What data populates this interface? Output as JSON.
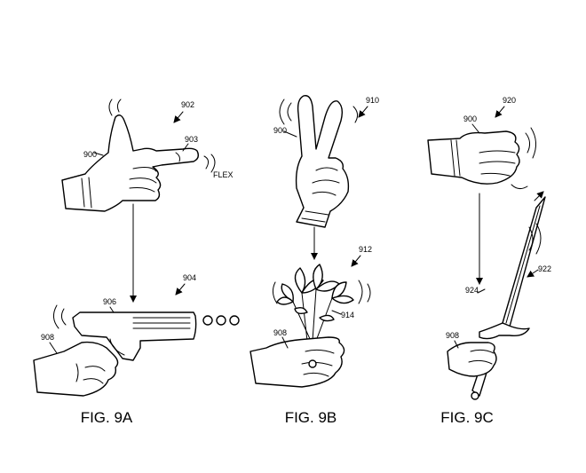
{
  "figures": [
    {
      "caption": "FIG. 9A",
      "refs": {
        "group": "902",
        "hand": "900",
        "finger": "903",
        "flex_label": "FLEX",
        "object_group": "904",
        "object": "906",
        "holding_hand": "908"
      }
    },
    {
      "caption": "FIG. 9B",
      "refs": {
        "group": "910",
        "hand": "900",
        "object_group": "912",
        "object": "914",
        "holding_hand": "908"
      }
    },
    {
      "caption": "FIG. 9C",
      "refs": {
        "group": "920",
        "hand": "900",
        "object_group": "922",
        "motion": "924",
        "holding_hand": "908"
      }
    }
  ],
  "ellipsis_dots": 3
}
